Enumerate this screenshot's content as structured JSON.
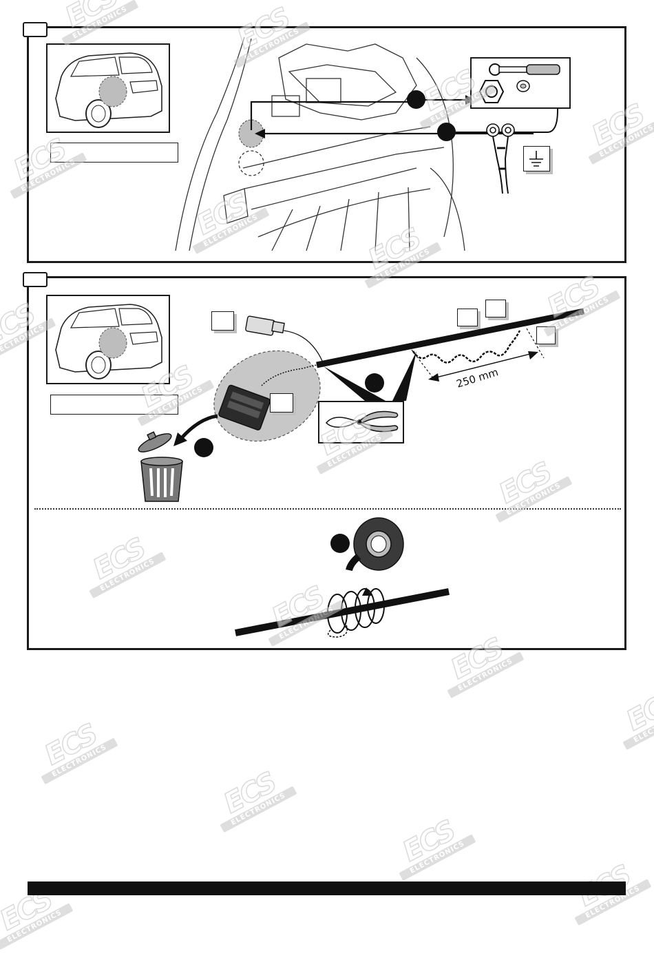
{
  "watermark": {
    "logo": "ECS",
    "subtitle": "ELECTRONICS"
  },
  "step2": {
    "dimension_label": "250 mm"
  },
  "colors": {
    "ink": "#1a1a1a",
    "shadow": "#bfbfbf",
    "watermark": "#c4c4c4"
  },
  "icons": {
    "tools": [
      "ratchet-wrench-icon",
      "nut-icon",
      "socket-icon"
    ],
    "ground": "ground-symbol-icon",
    "cutter": "side-cutter-pliers-icon",
    "bin": "trash-bin-icon",
    "tape": "insulation-tape-icon"
  }
}
